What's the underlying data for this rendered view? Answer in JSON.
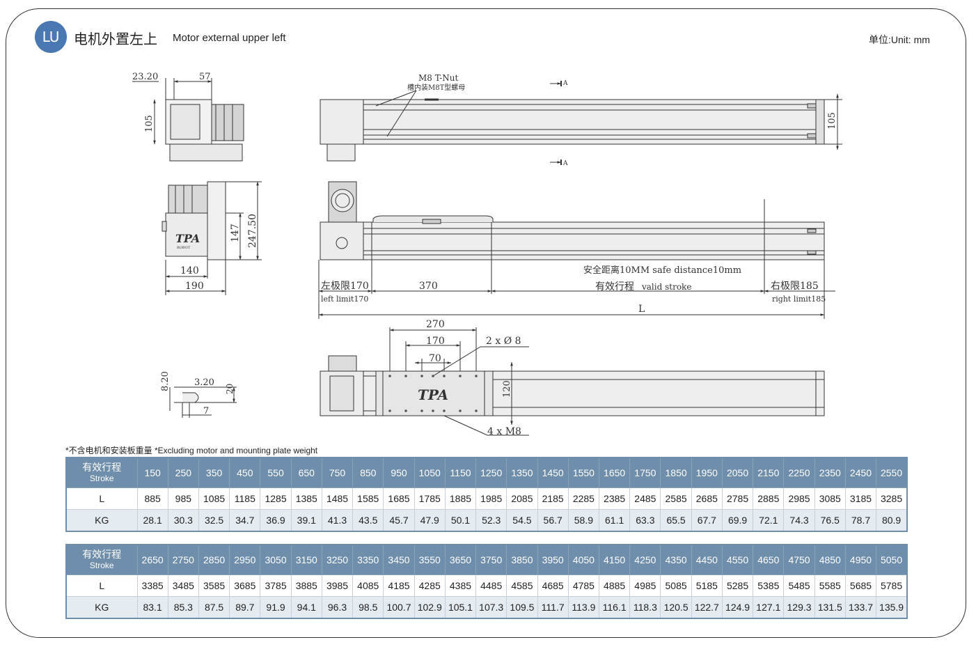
{
  "header": {
    "badge": "LU",
    "title_cn": "电机外置左上",
    "title_en": "Motor external  upper left",
    "unit": "单位:Unit: mm"
  },
  "drawing": {
    "left_dims": {
      "d_2320": "23.20",
      "d_57": "57",
      "d_105": "105",
      "d_147": "147",
      "d_24750": "247.50",
      "d_140": "140",
      "d_190": "190"
    },
    "nut_dims": {
      "d_820": "8.20",
      "d_320": "3.20",
      "d_20": "20",
      "d_7": "7"
    },
    "top_view": {
      "nut_label_en": "M8 T-Nut",
      "nut_label_cn": "槽内装M8T型螺母",
      "section_mark": "A",
      "height_dim": "105"
    },
    "side_view": {
      "logo": "TPA",
      "logo_sub": "ROBOT",
      "safe_distance": "安全距离10MM safe distance10mm",
      "left_limit_cn": "左极限170",
      "left_limit_en": "left limit170",
      "d_370": "370",
      "valid_stroke_cn": "有效行程",
      "valid_stroke_en": "valid stroke",
      "right_limit_cn": "右极限185",
      "right_limit_en": "right limit185",
      "total_L": "L"
    },
    "bottom_view": {
      "d_270": "270",
      "d_170": "170",
      "d_70": "70",
      "holes": "2 x Ø 8",
      "d_120": "120",
      "screws": "4 x  M8",
      "logo": "TPA"
    }
  },
  "note": "*不含电机和安装板重量  *Excluding motor and mounting plate weight",
  "table1": {
    "row_head_cn": "有效行程",
    "row_head_en": "Stroke",
    "L_label": "L",
    "KG_label": "KG",
    "stroke": [
      "150",
      "250",
      "350",
      "450",
      "550",
      "650",
      "750",
      "850",
      "950",
      "1050",
      "1150",
      "1250",
      "1350",
      "1450",
      "1550",
      "1650",
      "1750",
      "1850",
      "1950",
      "2050",
      "2150",
      "2250",
      "2350",
      "2450",
      "2550"
    ],
    "L": [
      "885",
      "985",
      "1085",
      "1185",
      "1285",
      "1385",
      "1485",
      "1585",
      "1685",
      "1785",
      "1885",
      "1985",
      "2085",
      "2185",
      "2285",
      "2385",
      "2485",
      "2585",
      "2685",
      "2785",
      "2885",
      "2985",
      "3085",
      "3185",
      "3285"
    ],
    "KG": [
      "28.1",
      "30.3",
      "32.5",
      "34.7",
      "36.9",
      "39.1",
      "41.3",
      "43.5",
      "45.7",
      "47.9",
      "50.1",
      "52.3",
      "54.5",
      "56.7",
      "58.9",
      "61.1",
      "63.3",
      "65.5",
      "67.7",
      "69.9",
      "72.1",
      "74.3",
      "76.5",
      "78.7",
      "80.9"
    ]
  },
  "table2": {
    "row_head_cn": "有效行程",
    "row_head_en": "Stroke",
    "L_label": "L",
    "KG_label": "KG",
    "stroke": [
      "2650",
      "2750",
      "2850",
      "2950",
      "3050",
      "3150",
      "3250",
      "3350",
      "3450",
      "3550",
      "3650",
      "3750",
      "3850",
      "3950",
      "4050",
      "4150",
      "4250",
      "4350",
      "4450",
      "4550",
      "4650",
      "4750",
      "4850",
      "4950",
      "5050"
    ],
    "L": [
      "3385",
      "3485",
      "3585",
      "3685",
      "3785",
      "3885",
      "3985",
      "4085",
      "4185",
      "4285",
      "4385",
      "4485",
      "4585",
      "4685",
      "4785",
      "4885",
      "4985",
      "5085",
      "5185",
      "5285",
      "5385",
      "5485",
      "5585",
      "5685",
      "5785"
    ],
    "KG": [
      "83.1",
      "85.3",
      "87.5",
      "89.7",
      "91.9",
      "94.1",
      "96.3",
      "98.5",
      "100.7",
      "102.9",
      "105.1",
      "107.3",
      "109.5",
      "111.7",
      "113.9",
      "116.1",
      "118.3",
      "120.5",
      "122.7",
      "124.9",
      "127.1",
      "129.3",
      "131.5",
      "133.7",
      "135.9"
    ]
  },
  "colors": {
    "header_row": "#6f8eab",
    "kg_row": "#e4ebf1",
    "badge": "#4a78b3"
  }
}
